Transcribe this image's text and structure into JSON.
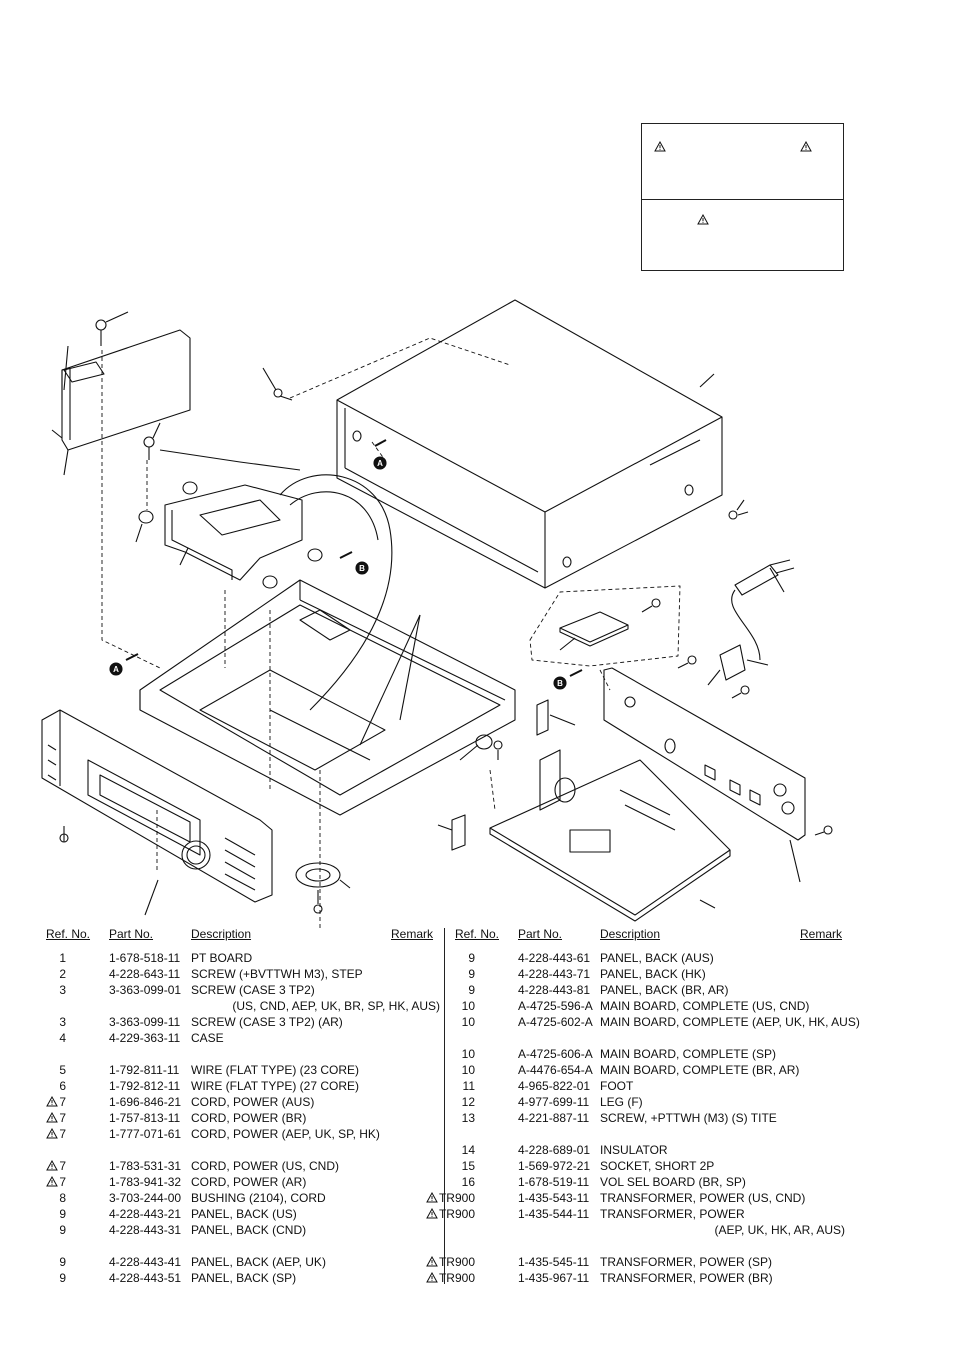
{
  "left_table": {
    "headers": {
      "ref": "Ref. No.",
      "part": "Part No.",
      "desc": "Description",
      "remark": "Remark"
    },
    "rows": [
      {
        "ref": "1",
        "part": "1-678-518-11",
        "desc": "PT BOARD",
        "safety": false
      },
      {
        "ref": "2",
        "part": "4-228-643-11",
        "desc": "SCREW (+BVTTWH M3), STEP",
        "safety": false
      },
      {
        "ref": "3",
        "part": "3-363-099-01",
        "desc": "SCREW (CASE 3 TP2)",
        "safety": false
      },
      {
        "ref": "",
        "part": "",
        "desc": "(US, CND, AEP, UK, BR, SP, HK, AUS)",
        "safety": false
      },
      {
        "ref": "3",
        "part": "3-363-099-11",
        "desc": "SCREW (CASE 3 TP2) (AR)",
        "safety": false
      },
      {
        "ref": "4",
        "part": "4-229-363-11",
        "desc": "CASE",
        "safety": false
      },
      {
        "ref": "5",
        "part": "1-792-811-11",
        "desc": "WIRE (FLAT TYPE) (23 CORE)",
        "safety": false
      },
      {
        "ref": "6",
        "part": "1-792-812-11",
        "desc": "WIRE (FLAT TYPE) (27 CORE)",
        "safety": false
      },
      {
        "ref": "7",
        "part": "1-696-846-21",
        "desc": "CORD, POWER (AUS)",
        "safety": true
      },
      {
        "ref": "7",
        "part": "1-757-813-11",
        "desc": "CORD, POWER (BR)",
        "safety": true
      },
      {
        "ref": "7",
        "part": "1-777-071-61",
        "desc": "CORD, POWER (AEP, UK, SP, HK)",
        "safety": true
      },
      {
        "ref": "7",
        "part": "1-783-531-31",
        "desc": "CORD, POWER (US, CND)",
        "safety": true
      },
      {
        "ref": "7",
        "part": "1-783-941-32",
        "desc": "CORD, POWER (AR)",
        "safety": true
      },
      {
        "ref": "8",
        "part": "3-703-244-00",
        "desc": "BUSHING (2104), CORD",
        "safety": false
      },
      {
        "ref": "9",
        "part": "4-228-443-21",
        "desc": "PANEL, BACK (US)",
        "safety": false
      },
      {
        "ref": "9",
        "part": "4-228-443-31",
        "desc": "PANEL, BACK (CND)",
        "safety": false
      },
      {
        "ref": "9",
        "part": "4-228-443-41",
        "desc": "PANEL, BACK (AEP, UK)",
        "safety": false
      },
      {
        "ref": "9",
        "part": "4-228-443-51",
        "desc": "PANEL, BACK (SP)",
        "safety": false
      }
    ]
  },
  "right_table": {
    "headers": {
      "ref": "Ref. No.",
      "part": "Part No.",
      "desc": "Description",
      "remark": "Remark"
    },
    "rows": [
      {
        "ref": "9",
        "part": "4-228-443-61",
        "desc": "PANEL, BACK (AUS)",
        "safety": false
      },
      {
        "ref": "9",
        "part": "4-228-443-71",
        "desc": "PANEL, BACK (HK)",
        "safety": false
      },
      {
        "ref": "9",
        "part": "4-228-443-81",
        "desc": "PANEL, BACK (BR, AR)",
        "safety": false
      },
      {
        "ref": "10",
        "part": "A-4725-596-A",
        "desc": "MAIN BOARD, COMPLETE (US, CND)",
        "safety": false
      },
      {
        "ref": "10",
        "part": "A-4725-602-A",
        "desc": "MAIN BOARD, COMPLETE (AEP, UK, HK, AUS)",
        "safety": false
      },
      {
        "ref": "10",
        "part": "A-4725-606-A",
        "desc": "MAIN BOARD, COMPLETE (SP)",
        "safety": false
      },
      {
        "ref": "10",
        "part": "A-4476-654-A",
        "desc": "MAIN BOARD, COMPLETE (BR, AR)",
        "safety": false
      },
      {
        "ref": "11",
        "part": "4-965-822-01",
        "desc": "FOOT",
        "safety": false
      },
      {
        "ref": "12",
        "part": "4-977-699-11",
        "desc": "LEG (F)",
        "safety": false
      },
      {
        "ref": "13",
        "part": "4-221-887-11",
        "desc": "SCREW, +PTTWH (M3) (S) TITE",
        "safety": false
      },
      {
        "ref": "14",
        "part": "4-228-689-01",
        "desc": "INSULATOR",
        "safety": false
      },
      {
        "ref": "15",
        "part": "1-569-972-21",
        "desc": "SOCKET, SHORT 2P",
        "safety": false
      },
      {
        "ref": "16",
        "part": "1-678-519-11",
        "desc": "VOL SEL BOARD (BR, SP)",
        "safety": false
      },
      {
        "ref": "TR900",
        "part": "1-435-543-11",
        "desc": "TRANSFORMER, POWER (US, CND)",
        "safety": true
      },
      {
        "ref": "TR900",
        "part": "1-435-544-11",
        "desc": "TRANSFORMER, POWER",
        "safety": true
      },
      {
        "ref": "",
        "part": "",
        "desc": "(AEP, UK, HK, AR, AUS)",
        "safety": false
      },
      {
        "ref": "TR900",
        "part": "1-435-545-11",
        "desc": "TRANSFORMER, POWER (SP)",
        "safety": true
      },
      {
        "ref": "TR900",
        "part": "1-435-967-11",
        "desc": "TRANSFORMER, POWER (BR)",
        "safety": true
      }
    ]
  },
  "callouts": {
    "a": "A",
    "b": "B"
  }
}
